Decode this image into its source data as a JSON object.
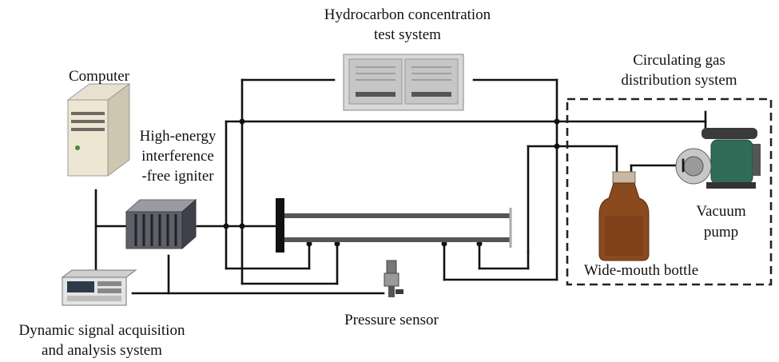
{
  "labels": {
    "hydrocarbon": [
      "Hydrocarbon concentration",
      "test system"
    ],
    "computer": "Computer",
    "igniter": [
      "High-energy",
      "interference",
      "-free igniter"
    ],
    "circulating": [
      "Circulating gas",
      "distribution system"
    ],
    "vacuum": [
      "Vacuum",
      "pump"
    ],
    "bottle": "Wide-mouth bottle",
    "pressure": "Pressure sensor",
    "daq": [
      "Dynamic signal acquisition",
      "and analysis system"
    ]
  }
}
